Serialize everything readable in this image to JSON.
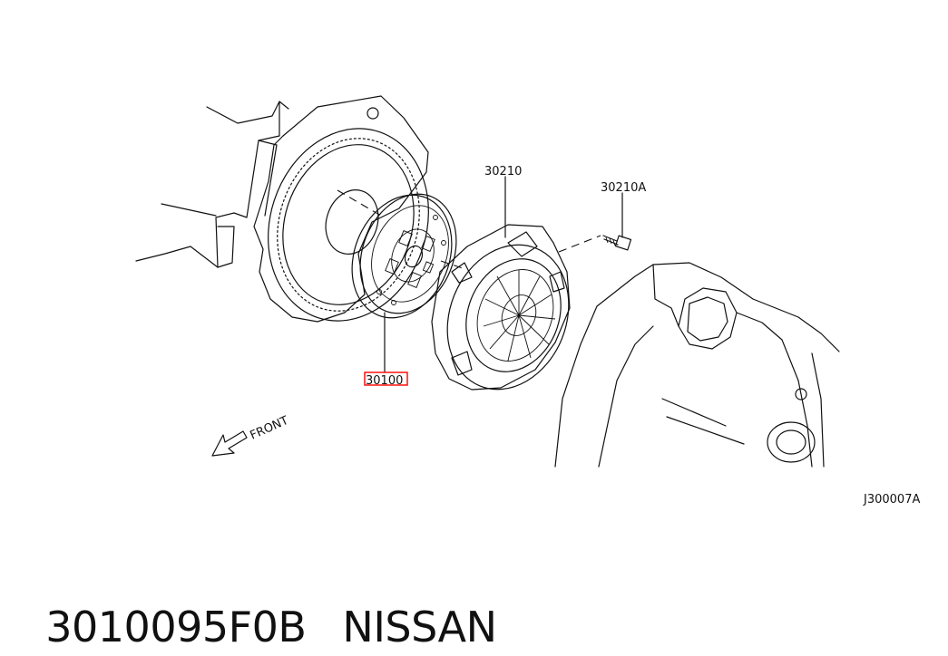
{
  "callouts": {
    "disc": "30100",
    "cover": "30210",
    "bolt": "30210A"
  },
  "direction_label": "FRONT",
  "figure_code": "J300007A",
  "caption": {
    "part_number": "3010095F0B",
    "brand": "NISSAN"
  },
  "colors": {
    "line": "#111111",
    "highlight": "#ff0000"
  }
}
